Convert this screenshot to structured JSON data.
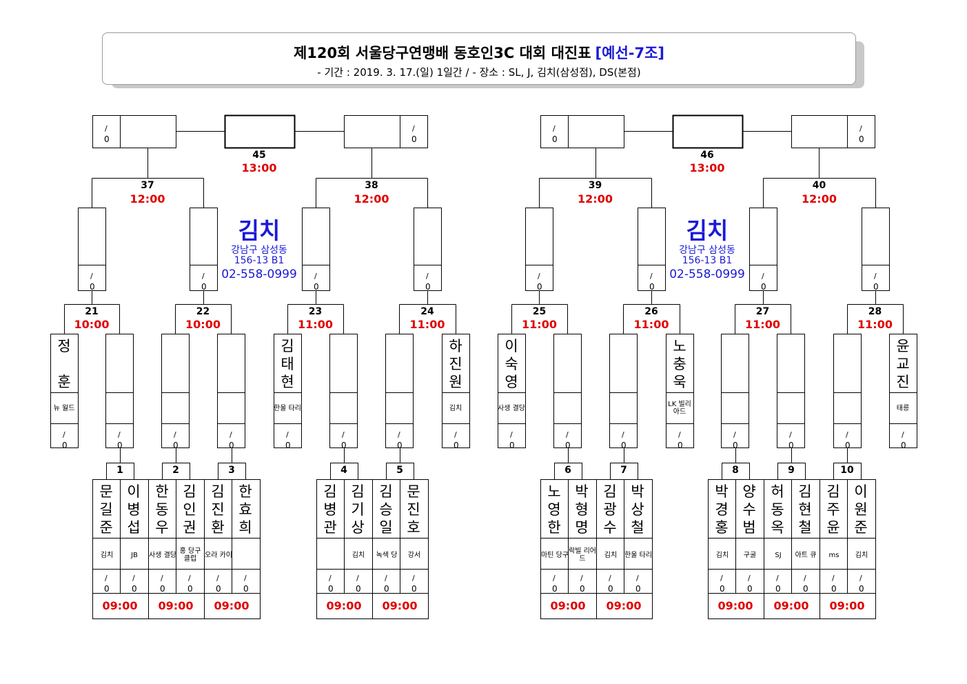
{
  "header": {
    "title": "제120회 서울당구연맹배 동호인3C 대회 대진표",
    "title_tag": "[예선-7조]",
    "subtitle": "-  기간 : 2019. 3. 17.(일) 1일간 / -  장소 : SL, J, 김치(삼성점), DS(본점)"
  },
  "score_mark": "/",
  "score_zero": "0",
  "colors": {
    "time": "#e00000",
    "accent": "#1a1ad6",
    "line": "#000000"
  },
  "venues": [
    {
      "name": "김치",
      "addr1": "강남구 삼성동",
      "addr2": "156-13 B1",
      "phone": "02-558-0999"
    },
    {
      "name": "김치",
      "addr1": "강남구 삼성동",
      "addr2": "156-13 B1",
      "phone": "02-558-0999"
    }
  ],
  "finals": [
    {
      "num": "45",
      "time": "13:00"
    },
    {
      "num": "46",
      "time": "13:00"
    }
  ],
  "semis": [
    {
      "num": "37",
      "time": "12:00"
    },
    {
      "num": "38",
      "time": "12:00"
    },
    {
      "num": "39",
      "time": "12:00"
    },
    {
      "num": "40",
      "time": "12:00"
    }
  ],
  "round2": [
    {
      "num": "21",
      "time": "10:00"
    },
    {
      "num": "22",
      "time": "10:00"
    },
    {
      "num": "23",
      "time": "11:00"
    },
    {
      "num": "24",
      "time": "11:00"
    },
    {
      "num": "25",
      "time": "11:00"
    },
    {
      "num": "26",
      "time": "11:00"
    },
    {
      "num": "27",
      "time": "11:00"
    },
    {
      "num": "28",
      "time": "11:00"
    }
  ],
  "round2_players": [
    {
      "name": "정훈",
      "club": "뉴 월드"
    },
    {
      "name": "",
      "club": ""
    },
    {
      "name": "",
      "club": ""
    },
    {
      "name": "",
      "club": ""
    },
    {
      "name": "김태현",
      "club": "한울 타리"
    },
    {
      "name": "",
      "club": ""
    },
    {
      "name": "",
      "club": ""
    },
    {
      "name": "하진원",
      "club": "김치"
    },
    {
      "name": "이숙영",
      "club": "사생 결당"
    },
    {
      "name": "",
      "club": ""
    },
    {
      "name": "",
      "club": ""
    },
    {
      "name": "노충욱",
      "club": "LK 빌리 아드"
    },
    {
      "name": "",
      "club": ""
    },
    {
      "name": "",
      "club": ""
    },
    {
      "name": "",
      "club": ""
    },
    {
      "name": "윤교진",
      "club": "태릉"
    }
  ],
  "first_round": [
    {
      "num": "1",
      "time": "09:00",
      "players": [
        {
          "name": "문길준",
          "club": "김치"
        },
        {
          "name": "이병섭",
          "club": "JB"
        }
      ]
    },
    {
      "num": "2",
      "time": "09:00",
      "players": [
        {
          "name": "한동우",
          "club": "사생 결당"
        },
        {
          "name": "김인권",
          "club": "홍 당구 클럽"
        }
      ]
    },
    {
      "num": "3",
      "time": "09:00",
      "players": [
        {
          "name": "김진환",
          "club": "오라 카이"
        },
        {
          "name": "한효희",
          "club": ""
        }
      ]
    },
    {
      "num": "4",
      "time": "09:00",
      "players": [
        {
          "name": "김병관",
          "club": ""
        },
        {
          "name": "김기상",
          "club": "김치"
        }
      ]
    },
    {
      "num": "5",
      "time": "09:00",
      "players": [
        {
          "name": "김승일",
          "club": "녹색 당"
        },
        {
          "name": "문진호",
          "club": "강서"
        }
      ]
    },
    {
      "num": "6",
      "time": "09:00",
      "players": [
        {
          "name": "노영한",
          "club": "마틴 당구"
        },
        {
          "name": "박형명",
          "club": "락빌 리어 드"
        }
      ]
    },
    {
      "num": "7",
      "time": "09:00",
      "players": [
        {
          "name": "김광수",
          "club": "김치"
        },
        {
          "name": "박상철",
          "club": "한울 타리"
        }
      ]
    },
    {
      "num": "8",
      "time": "09:00",
      "players": [
        {
          "name": "박경홍",
          "club": "김치"
        },
        {
          "name": "양수범",
          "club": "구굴"
        }
      ]
    },
    {
      "num": "9",
      "time": "09:00",
      "players": [
        {
          "name": "허동옥",
          "club": "SJ"
        },
        {
          "name": "김현철",
          "club": "아트 큐"
        }
      ]
    },
    {
      "num": "10",
      "time": "09:00",
      "players": [
        {
          "name": "김주윤",
          "club": "ms"
        },
        {
          "name": "이원준",
          "club": "김치"
        }
      ]
    }
  ]
}
